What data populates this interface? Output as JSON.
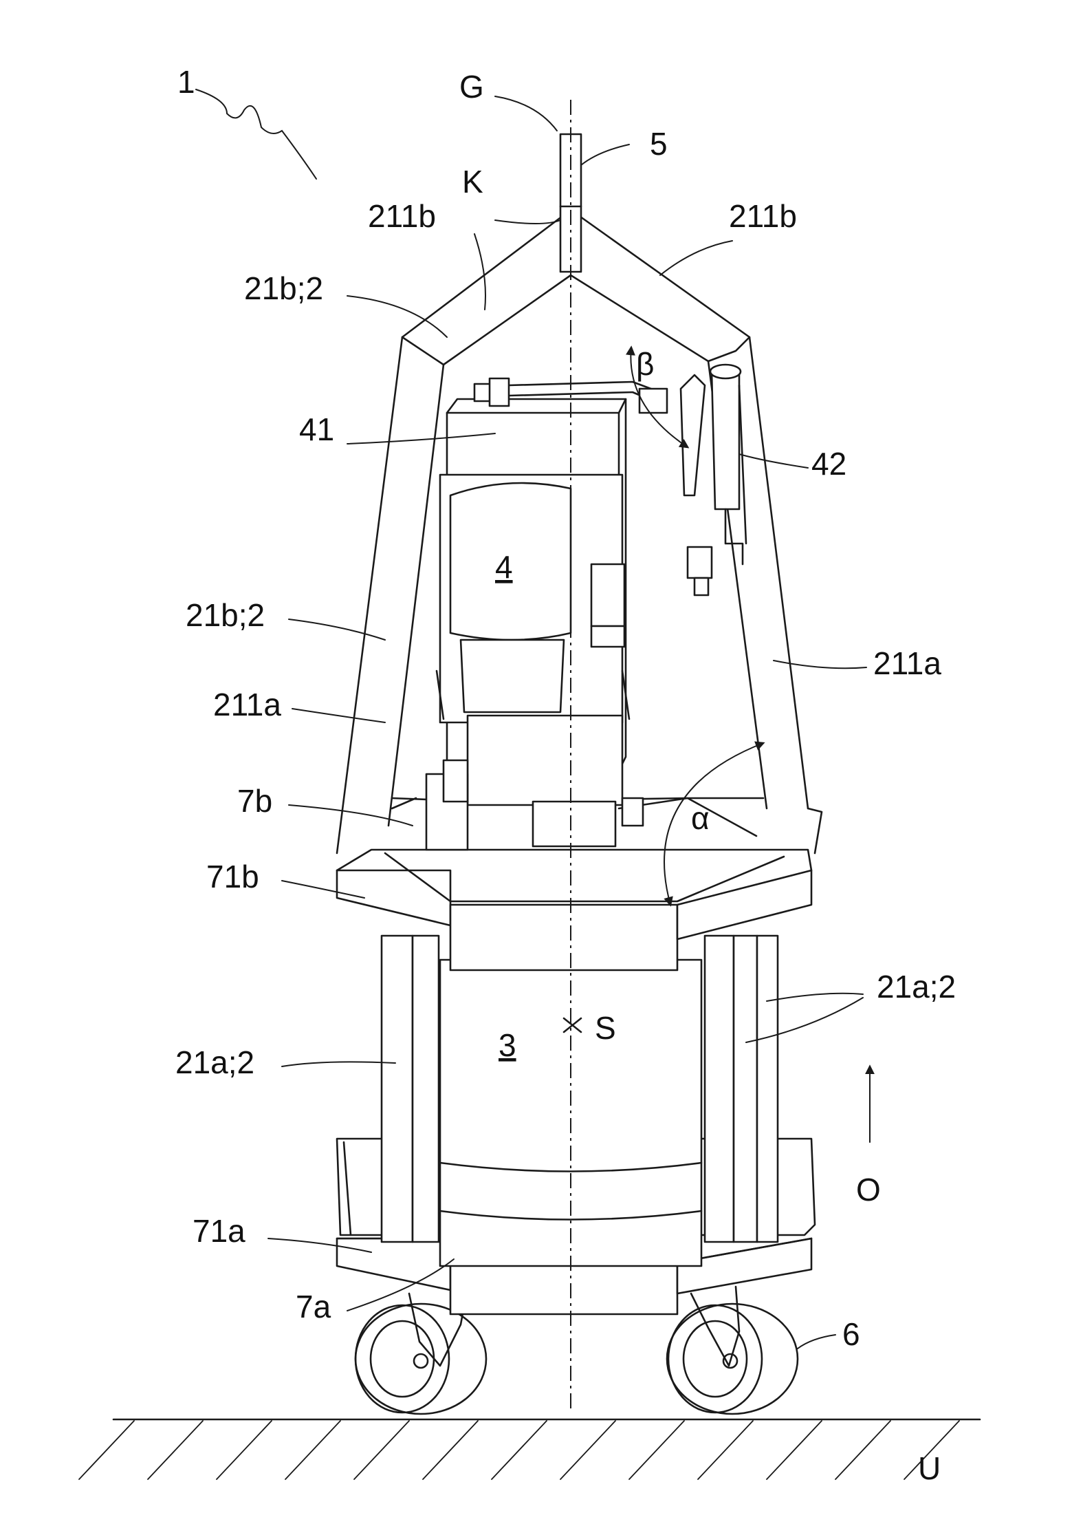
{
  "labels": {
    "device": "1",
    "axis_g": "G",
    "handle": "5",
    "apex_k": "K",
    "upper_strut_right": "211b",
    "upper_strut_left": "211b",
    "upper_frame_top": "21b;2",
    "unit_41": "41",
    "unit_42": "42",
    "beta": "β",
    "motor": "4",
    "upper_frame_mid": "21b;2",
    "strut_211a_right": "211a",
    "strut_211a_left": "211a",
    "platform_7b": "7b",
    "alpha": "α",
    "ring_71b": "71b",
    "lower_frame_right": "21a;2",
    "center_s": "S",
    "container": "3",
    "lower_frame_left": "21a;2",
    "direction_o": "O",
    "ring_71a": "71a",
    "base_7a": "7a",
    "wheel": "6",
    "ground": "U"
  }
}
